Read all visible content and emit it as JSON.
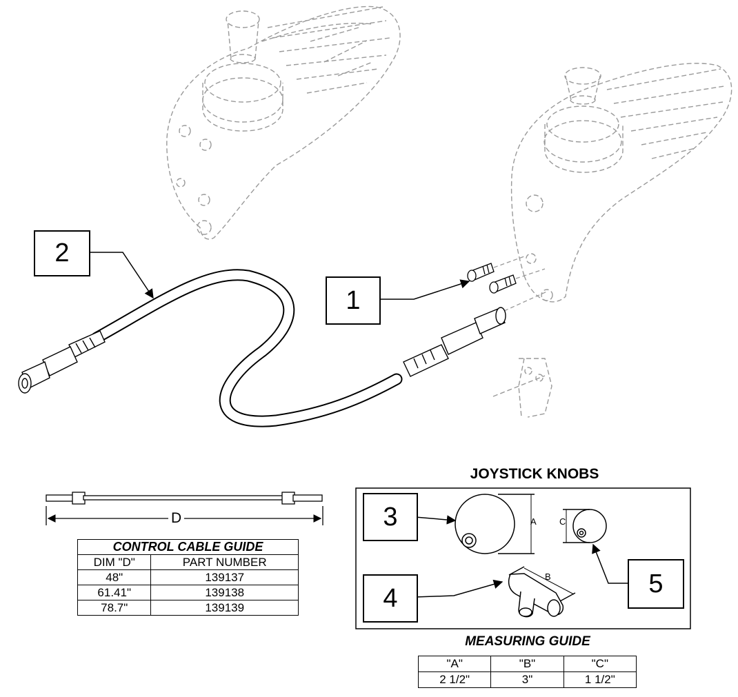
{
  "callouts": {
    "c1": "1",
    "c2": "2",
    "c3": "3",
    "c4": "4",
    "c5": "5"
  },
  "cable": {
    "dim_label": "D"
  },
  "cable_guide": {
    "title": "CONTROL CABLE GUIDE",
    "headers": [
      "DIM \"D\"",
      "PART NUMBER"
    ],
    "rows": [
      [
        "48\"",
        "139137"
      ],
      [
        "61.41\"",
        "139138"
      ],
      [
        "78.7\"",
        "139139"
      ]
    ]
  },
  "knobs": {
    "title": "JOYSTICK KNOBS",
    "dim_a": "A",
    "dim_b": "B",
    "dim_c": "C"
  },
  "measuring_guide": {
    "title": "MEASURING GUIDE",
    "headers": [
      "\"A\"",
      "\"B\"",
      "\"C\""
    ],
    "values": [
      "2 1/2\"",
      "3\"",
      "1 1/2\""
    ]
  }
}
